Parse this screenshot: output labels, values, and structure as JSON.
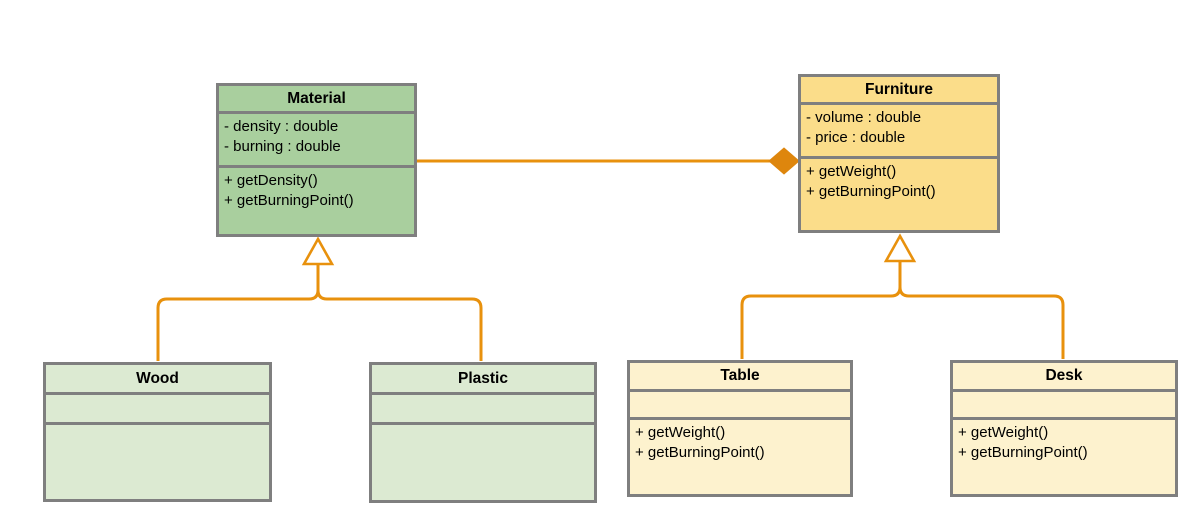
{
  "diagram": {
    "kind": "uml-class-diagram",
    "classes": {
      "material": {
        "name": "Material",
        "attributes": [
          "- density : double",
          "- burning : double"
        ],
        "methods": [
          "+ getDensity()",
          "+ getBurningPoint()"
        ]
      },
      "furniture": {
        "name": "Furniture",
        "attributes": [
          "- volume : double",
          "- price : double"
        ],
        "methods": [
          "+ getWeight()",
          "+ getBurningPoint()"
        ]
      },
      "wood": {
        "name": "Wood",
        "attributes": [],
        "methods": []
      },
      "plastic": {
        "name": "Plastic",
        "attributes": [],
        "methods": []
      },
      "table": {
        "name": "Table",
        "attributes": [],
        "methods": [
          "+ getWeight()",
          "+ getBurningPoint()"
        ]
      },
      "desk": {
        "name": "Desk",
        "attributes": [],
        "methods": [
          "+ getWeight()",
          "+ getBurningPoint()"
        ]
      }
    },
    "relationships": [
      {
        "type": "composition",
        "from": "Material",
        "to": "Furniture",
        "marker": "filled-diamond-at-furniture"
      },
      {
        "type": "generalization",
        "from": "Wood",
        "to": "Material",
        "marker": "hollow-triangle-at-material"
      },
      {
        "type": "generalization",
        "from": "Plastic",
        "to": "Material",
        "marker": "hollow-triangle-at-material"
      },
      {
        "type": "generalization",
        "from": "Table",
        "to": "Furniture",
        "marker": "hollow-triangle-at-furniture"
      },
      {
        "type": "generalization",
        "from": "Desk",
        "to": "Furniture",
        "marker": "hollow-triangle-at-furniture"
      }
    ],
    "colors": {
      "parent_green_fill": "#A9CF9E",
      "child_green_fill": "#DCEAD2",
      "parent_yellow_fill": "#FBDD8A",
      "child_yellow_fill": "#FDF2CE",
      "box_border_gray": "#7F7F7F",
      "connector_orange": "#E8910D",
      "diamond_orange": "#DE860D",
      "text_color": "#000000",
      "background": "#FFFFFF"
    }
  }
}
